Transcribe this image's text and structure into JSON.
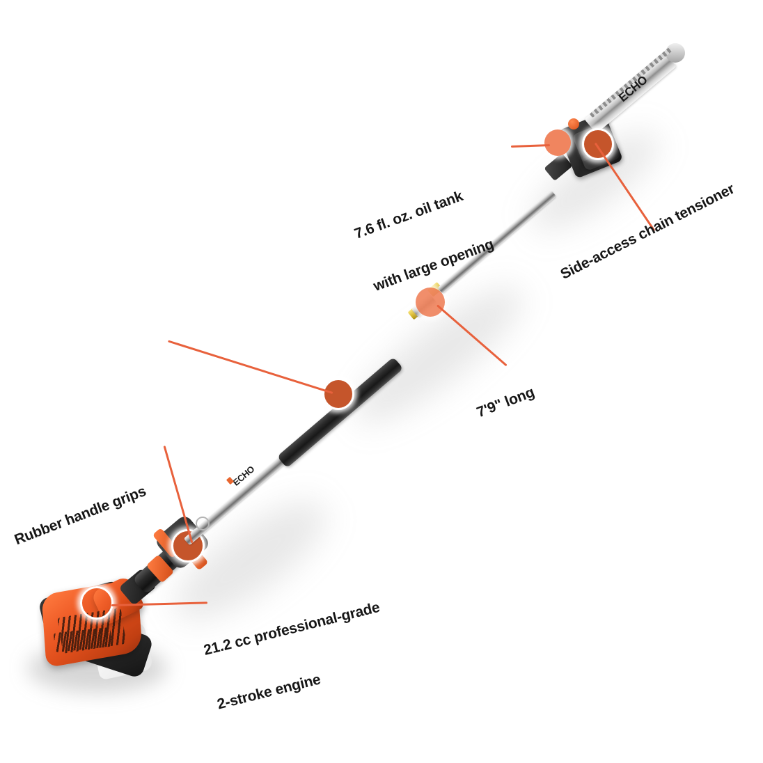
{
  "product": {
    "brand": "ECHO",
    "type": "pole saw feature diagram",
    "bar_logo": "ECHO",
    "shaft_logo": "ECHO"
  },
  "theme": {
    "background": "#ffffff",
    "leader_line_color": "#E8613C",
    "highlight_light": "#F0855F",
    "highlight_dark": "#C5552B",
    "engine_orange": "#E8541D",
    "text_color": "#161616",
    "metal_gray": "#9a9a9a",
    "foam_black": "#1c1c1c",
    "band_yellow": "#D8B82E"
  },
  "callouts": [
    {
      "id": "oil-tank",
      "line1": "7.6 fl. oz. oil tank",
      "line2": "with large opening",
      "target": "oil cap on powerhead"
    },
    {
      "id": "chain-tensioner",
      "line1": "Side-access chain tensioner",
      "line2": "",
      "target": "tensioner dial on saw head"
    },
    {
      "id": "shaft-length",
      "line1": "7'9\" long",
      "line2": "",
      "target": "shaft coupler"
    },
    {
      "id": "rubber-grips",
      "line1": "Rubber handle grips",
      "line2": "",
      "target": "foam grip and throttle handle"
    },
    {
      "id": "engine",
      "line1": "21.2 cc professional-grade",
      "line2": "2-stroke engine",
      "target": "engine housing"
    }
  ]
}
